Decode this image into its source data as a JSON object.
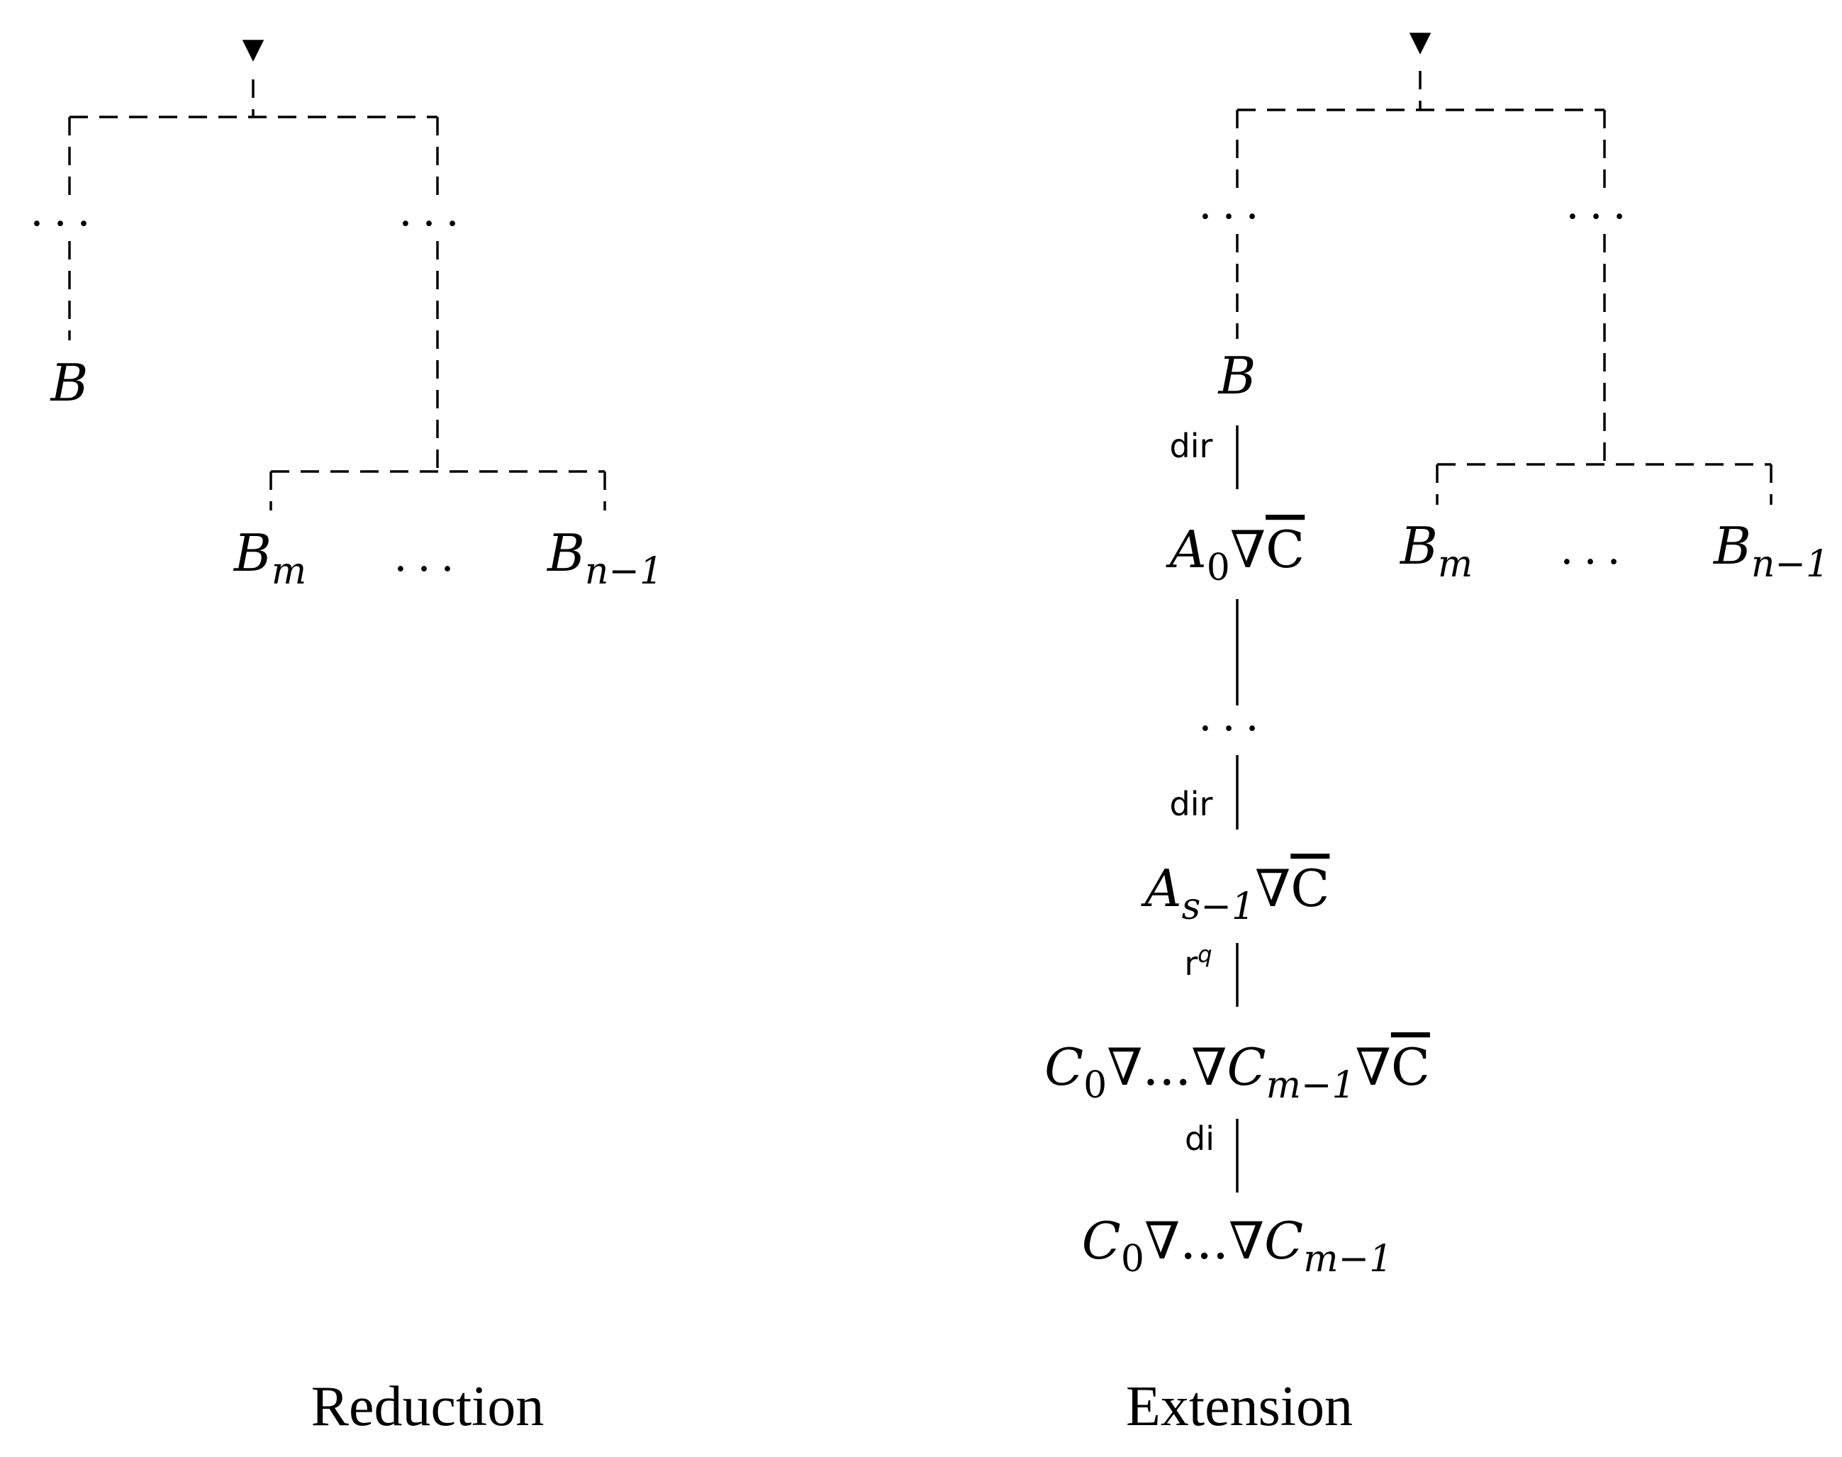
{
  "reduction": {
    "caption": "Reduction",
    "root_marker": "▼",
    "left_dots": "...",
    "right_dots": "...",
    "leaf_b": "B",
    "leaf_bm_base": "B",
    "leaf_bm_sub": "m",
    "leaf_mid_dots": "...",
    "leaf_bn_base": "B",
    "leaf_bn_sub": "n−1"
  },
  "extension": {
    "caption": "Extension",
    "root_marker": "▼",
    "left_dots": "...",
    "right_dots": "...",
    "node_b": "B",
    "rule_dir_1": "dir",
    "node_a0_base": "A",
    "node_a0_sub": "0",
    "nabla": "∇",
    "cbar": "C",
    "leaf_bm_base": "B",
    "leaf_bm_sub": "m",
    "leaf_mid_dots": "...",
    "leaf_bn_base": "B",
    "leaf_bn_sub": "n−1",
    "chain_dots": "...",
    "rule_dir_2": "dir",
    "node_as_base": "A",
    "node_as_sub": "s−1",
    "rule_rq_base": "r",
    "rule_rq_sup": "q",
    "node_c_first_base": "C",
    "node_c_first_sub": "0",
    "node_c_dots": "...",
    "node_c_last_base": "C",
    "node_c_last_sub": "m−1",
    "rule_di": "di",
    "final_c_first_base": "C",
    "final_c_first_sub": "0",
    "final_c_dots": "...",
    "final_c_last_base": "C",
    "final_c_last_sub": "m−1"
  }
}
